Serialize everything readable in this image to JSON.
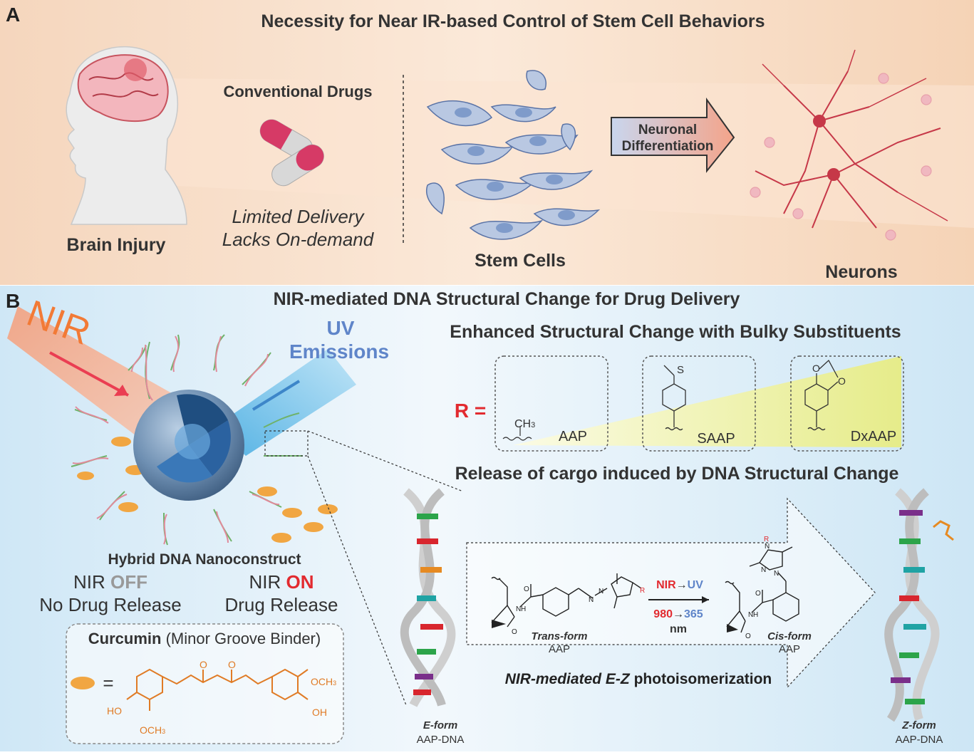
{
  "panel_a": {
    "letter": "A",
    "title": "Necessity for Near IR-based Control of Stem Cell Behaviors",
    "brain_label": "Brain Injury",
    "drugs_label": "Conventional Drugs",
    "drugs_note_1": "Limited Delivery",
    "drugs_note_2": "Lacks On-demand",
    "stem_label": "Stem Cells",
    "arrow_line_1": "Neuronal",
    "arrow_line_2": "Differentiation",
    "neurons_label": "Neurons"
  },
  "panel_b": {
    "letter": "B",
    "title": "NIR-mediated DNA Structural Change for Drug Delivery",
    "nir_label": "NIR",
    "uv_line_1": "UV",
    "uv_line_2": "Emissions",
    "nanoconstruct_label": "Hybrid DNA Nanoconstruct",
    "nir_off_prefix": "NIR",
    "nir_off_state": "OFF",
    "nir_off_caption": "No Drug Release",
    "nir_on_prefix": "NIR",
    "nir_on_state": "ON",
    "nir_on_caption": "Drug Release",
    "curcumin_bold": "Curcumin",
    "curcumin_rest": "(Minor Groove Binder)",
    "curcumin_eq": "=",
    "curcumin_groups": {
      "o1": "O",
      "o2": "O",
      "ho1": "HO",
      "och3_bottom": "OCH",
      "och3_top": "OCH",
      "ho2": "OH",
      "sub3": "3"
    },
    "substituent_title": "Enhanced Structural Change with Bulky Substituents",
    "r_label": "R =",
    "substituents": [
      {
        "label": "AAP",
        "group": "CH",
        "group_sub": "3"
      },
      {
        "label": "SAAP",
        "atom": "S"
      },
      {
        "label": "DxAAP",
        "atom1": "O",
        "atom2": "O"
      }
    ],
    "release_title": "Release of cargo induced by DNA Structural Change",
    "e_form": "E-form",
    "e_form_sub": "AAP-DNA",
    "z_form": "Z-form",
    "z_form_sub": "AAP-DNA",
    "trans_form": "Trans-form",
    "trans_sub": "AAP",
    "cis_form": "Cis-form",
    "cis_sub": "AAP",
    "nir_to_uv_nir": "NIR",
    "nir_to_uv_arrow": "→",
    "nir_to_uv_uv": "UV",
    "wl_980": "980",
    "wl_arrow": "→",
    "wl_365": "365",
    "wl_unit": "nm",
    "isomer_caption_1": "NIR-mediated",
    "isomer_caption_2": "E-Z",
    "isomer_caption_3": "photoisomerization",
    "atom_n": "N",
    "atom_r": "R",
    "atom_o": "O",
    "atom_h": "H"
  },
  "colors": {
    "panel_a_bg": "#f6dcc4",
    "panel_b_bg": "#d6ebf7",
    "nir_orange": "#f27a36",
    "uv_blue": "#5f85c9",
    "red": "#e22a2f",
    "curcumin": "#e07b25",
    "core_blue": "#2e5f92"
  }
}
